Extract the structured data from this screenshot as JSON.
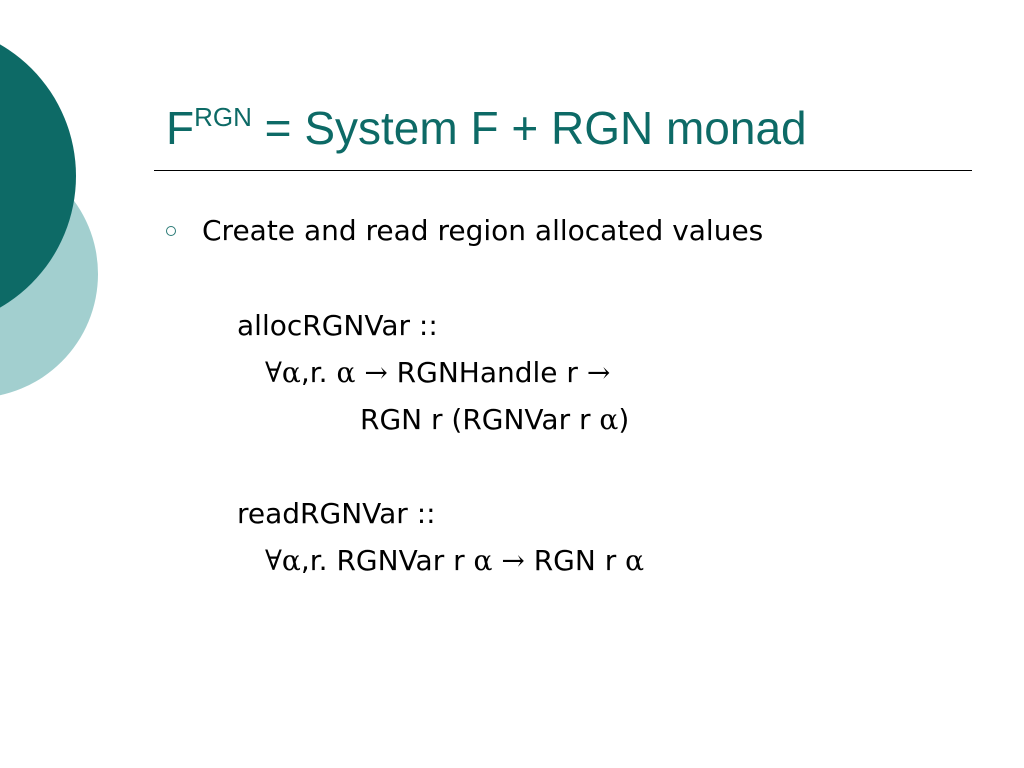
{
  "slide": {
    "title": {
      "base": "F",
      "superscript": "RGN",
      "rest": " = System F + RGN monad"
    },
    "bullet": {
      "text": "Create and read region allocated values"
    },
    "alloc": {
      "name_line": "allocRGNVar ::",
      "forall": "∀",
      "alpha": "α",
      "vars_text": ",r. ",
      "arrow": "→",
      "handle_text": " RGNHandle r ",
      "result_text_1": "RGN r (RGNVar r ",
      "result_text_2": ")"
    },
    "read": {
      "name_line": "readRGNVar ::",
      "vars_text": ",r. RGNVar r ",
      "result_text": " RGN r "
    }
  },
  "colors": {
    "title": "#0d6a66",
    "decoration_dark": "#0d6a66",
    "decoration_light": "#a2cfcf",
    "bullet_ring": "#2a7a76"
  },
  "icons": {
    "bullet": "hollow-circle-bullet-icon"
  }
}
